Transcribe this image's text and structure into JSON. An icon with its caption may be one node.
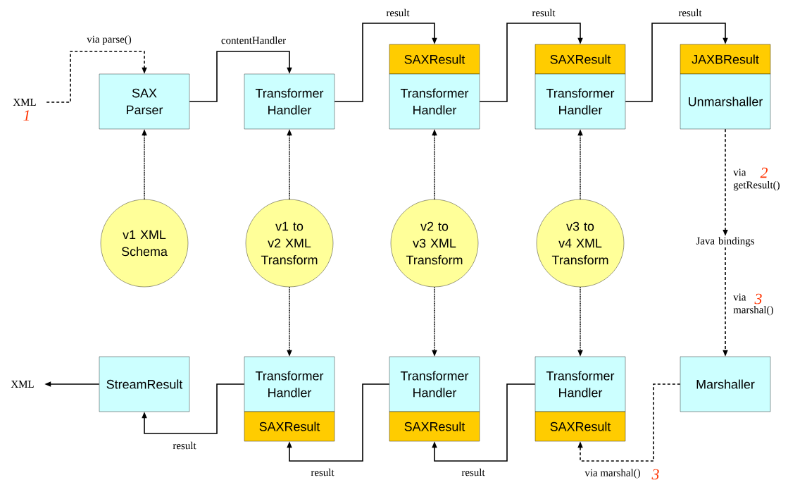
{
  "diagram": {
    "nodes": [
      {
        "text": [
          "XML"
        ],
        "beside": [
          "1"
        ]
      },
      {
        "text": [
          "SAX Parser"
        ]
      },
      {
        "text": [
          "Transformer Handler"
        ]
      },
      {
        "text": [
          "SAXResult"
        ]
      },
      {
        "text": [
          "Transformer Handler"
        ]
      },
      {
        "text": [
          "SAXResult"
        ]
      },
      {
        "text": [
          "Transformer Handler"
        ]
      },
      {
        "text": [
          "JAXBResult"
        ]
      },
      {
        "text": [
          "Unmarshaller"
        ]
      },
      {
        "text": [
          "v1 XML Schema"
        ]
      },
      {
        "text": [
          "v1 to v2 XML Transform"
        ]
      },
      {
        "text": [
          "v2 to v3 XML Transform"
        ]
      },
      {
        "text": [
          "v3 to v4 XML Transform"
        ]
      },
      {
        "text": [
          "Java bindings"
        ]
      },
      {
        "text": [
          "Marshaller"
        ]
      },
      {
        "text": [
          "XML"
        ]
      },
      {
        "text": [
          "StreamResult"
        ]
      },
      {
        "text": [
          "Transformer Handler"
        ]
      },
      {
        "text": [
          "SAXResult"
        ]
      },
      {
        "text": [
          "Transformer Handler"
        ]
      },
      {
        "text": [
          "SAXResult"
        ]
      },
      {
        "text": [
          "Transformer Handler"
        ]
      },
      {
        "text": [
          "SAXResult"
        ]
      }
    ],
    "edges": [
      {
        "from": 0,
        "to": 1,
        "arrow": "to",
        "label": "via parse()",
        "style": "dashed"
      },
      {
        "from": 1,
        "to": 2,
        "arrow": "to",
        "label": "contentHandler"
      },
      {
        "from": 2,
        "to": 3,
        "arrow": "to",
        "label": "result"
      },
      {
        "from": 4,
        "to": 5,
        "arrow": "to",
        "label": "result"
      },
      {
        "from": 6,
        "to": 7,
        "arrow": "to",
        "label": "result"
      },
      {
        "from": 9,
        "to": 1,
        "arrow": "to",
        "style": "dashed"
      },
      {
        "from": 10,
        "to": 2,
        "arrow": "to",
        "style": "dashed"
      },
      {
        "from": 10,
        "to": 17,
        "arrow": "to",
        "style": "dashed"
      },
      {
        "from": 11,
        "to": 4,
        "arrow": "to",
        "style": "dashed"
      },
      {
        "from": 11,
        "to": 19,
        "arrow": "to",
        "style": "dashed"
      },
      {
        "from": 12,
        "to": 6,
        "arrow": "to",
        "style": "dashed"
      },
      {
        "from": 12,
        "to": 21,
        "arrow": "to",
        "style": "dashed"
      },
      {
        "from": 8,
        "to": 13,
        "arrow": "to",
        "label": "via getResult()",
        "style": "dashed"
      },
      {
        "from": 13,
        "to": 14,
        "arrow": "to",
        "label": "via marshal()",
        "style": "dashed"
      },
      {
        "from": 14,
        "to": 22,
        "arrow": "to",
        "label": "via marshal()",
        "style": "dashed"
      },
      {
        "from": 21,
        "to": 20,
        "arrow": "to",
        "label": "result"
      },
      {
        "from": 19,
        "to": 18,
        "arrow": "to",
        "label": "result"
      },
      {
        "from": 17,
        "to": 16,
        "arrow": "to",
        "label": "result"
      },
      {
        "from": 16,
        "to": 15,
        "arrow": "to"
      }
    ],
    "labels": [
      "2",
      "3",
      "3"
    ]
  }
}
